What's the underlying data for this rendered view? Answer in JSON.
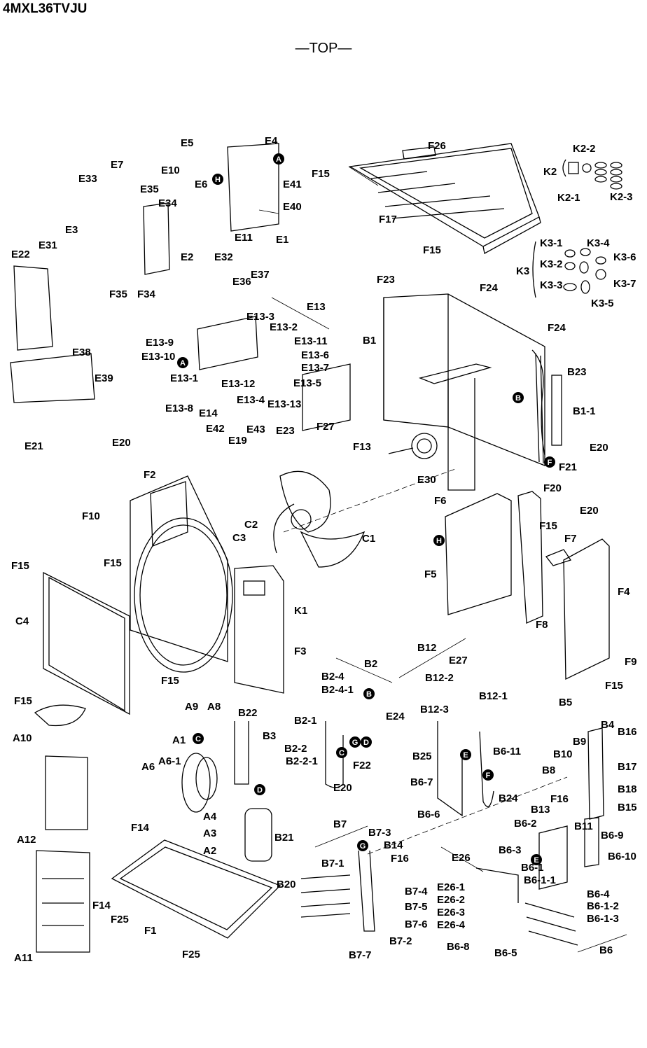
{
  "header": {
    "model": "4MXL36TVJU",
    "view": "—TOP—"
  },
  "parts": {
    "E": [
      "E5",
      "E4",
      "E10",
      "E6",
      "E41",
      "E40",
      "E11",
      "E1",
      "E7",
      "E33",
      "E35",
      "E34",
      "E2",
      "E32",
      "E3",
      "E31",
      "E22",
      "E36",
      "E37",
      "E13",
      "E13-3",
      "E13-2",
      "E13-9",
      "E13-10",
      "E13-11",
      "E13-6",
      "E13-7",
      "E13-1",
      "E13-12",
      "E13-5",
      "E13-4",
      "E13-13",
      "E13-8",
      "E14",
      "E42",
      "E19",
      "E43",
      "E23",
      "E38",
      "E39",
      "E20",
      "E21",
      "E30",
      "E24",
      "E27",
      "E26",
      "E26-1",
      "E26-2",
      "E26-3",
      "E26-4"
    ],
    "F": [
      "F26",
      "F15",
      "F17",
      "F35",
      "F34",
      "F23",
      "F24",
      "F21",
      "F13",
      "F6",
      "F20",
      "F7",
      "F10",
      "F2",
      "F5",
      "F8",
      "F4",
      "F9",
      "F3",
      "F14",
      "F25",
      "F1",
      "F16",
      "F27",
      "F22"
    ],
    "K": [
      "K2-2",
      "K2",
      "K2-1",
      "K2-3",
      "K3-1",
      "K3-4",
      "K3-2",
      "K3-6",
      "K3",
      "K3-3",
      "K3-7",
      "K3-5",
      "K1"
    ],
    "B": [
      "B1",
      "B23",
      "B1-1",
      "B12",
      "B12-2",
      "B12-1",
      "B12-3",
      "B2",
      "B2-4",
      "B2-4-1",
      "B2-1",
      "B2-2",
      "B2-2-1",
      "B5",
      "B4",
      "B16",
      "B9",
      "B10",
      "B17",
      "B8",
      "B18",
      "B15",
      "B11",
      "B25",
      "B6-11",
      "B6-7",
      "B24",
      "B6-6",
      "B22",
      "B3",
      "B21",
      "B20",
      "B13",
      "B6-2",
      "B6-9",
      "B6-10",
      "B6-3",
      "B6-1",
      "B6-1-1",
      "B6-4",
      "B6-1-2",
      "B6-1-3",
      "B6-8",
      "B6-5",
      "B6",
      "B7",
      "B7-3",
      "B14",
      "B7-1",
      "B7-4",
      "B7-5",
      "B7-6",
      "B7-2",
      "B7-7"
    ],
    "A": [
      "A9",
      "A8",
      "A1",
      "A6",
      "A6-1",
      "A4",
      "A3",
      "A2",
      "A10",
      "A12",
      "A11"
    ],
    "C": [
      "C2",
      "C3",
      "C1",
      "C4"
    ]
  },
  "markers": [
    "A",
    "H",
    "B",
    "F",
    "C",
    "G",
    "D",
    "E"
  ]
}
